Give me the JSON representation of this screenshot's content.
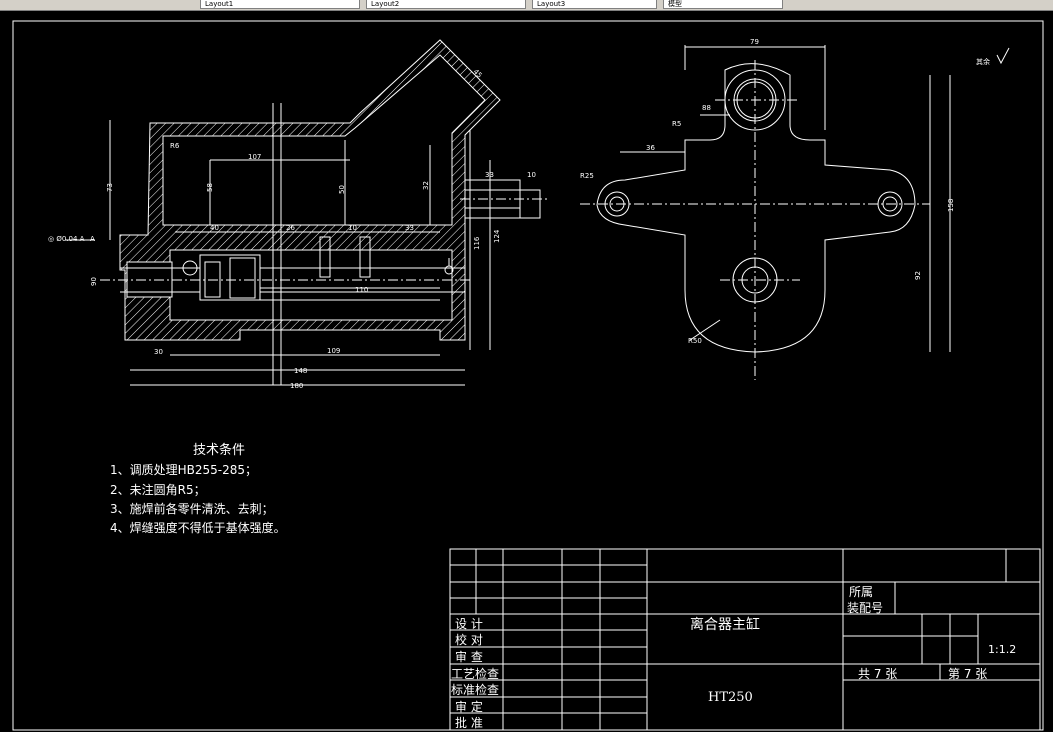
{
  "toolbar": {
    "tabs": [
      "Layout1",
      "Layout2",
      "Layout3",
      "模型"
    ]
  },
  "notes": {
    "title": "技术条件",
    "items": [
      "1、调质处理HB255-285；",
      "2、未注圆角R5；",
      "3、施焊前各零件清洗、去刺；",
      "4、焊缝强度不得低于基体强度。"
    ]
  },
  "title_block": {
    "part_name": "离合器主缸",
    "material": "HT250",
    "belong_label_1": "所属",
    "belong_label_2": "装配号",
    "scale": "1:1.2",
    "total_sheets": "共 7 张",
    "sheet_no": "第 7 张",
    "roles": [
      "设 计",
      "校 对",
      "审 查",
      "工艺检查",
      "标准检查",
      "审 定",
      "批 准"
    ]
  },
  "dims": {
    "front": [
      "107",
      "58",
      "40",
      "26",
      "10",
      "33",
      "73",
      "50",
      "32",
      "33",
      "10",
      "124",
      "116",
      "110",
      "109",
      "148",
      "180",
      "30",
      "90",
      "R6",
      "45",
      "◎ Ø0.04 A",
      "A"
    ],
    "side": [
      "79",
      "88",
      "36",
      "158",
      "92",
      "R25",
      "R5",
      "R50"
    ],
    "roughness": "其余"
  }
}
